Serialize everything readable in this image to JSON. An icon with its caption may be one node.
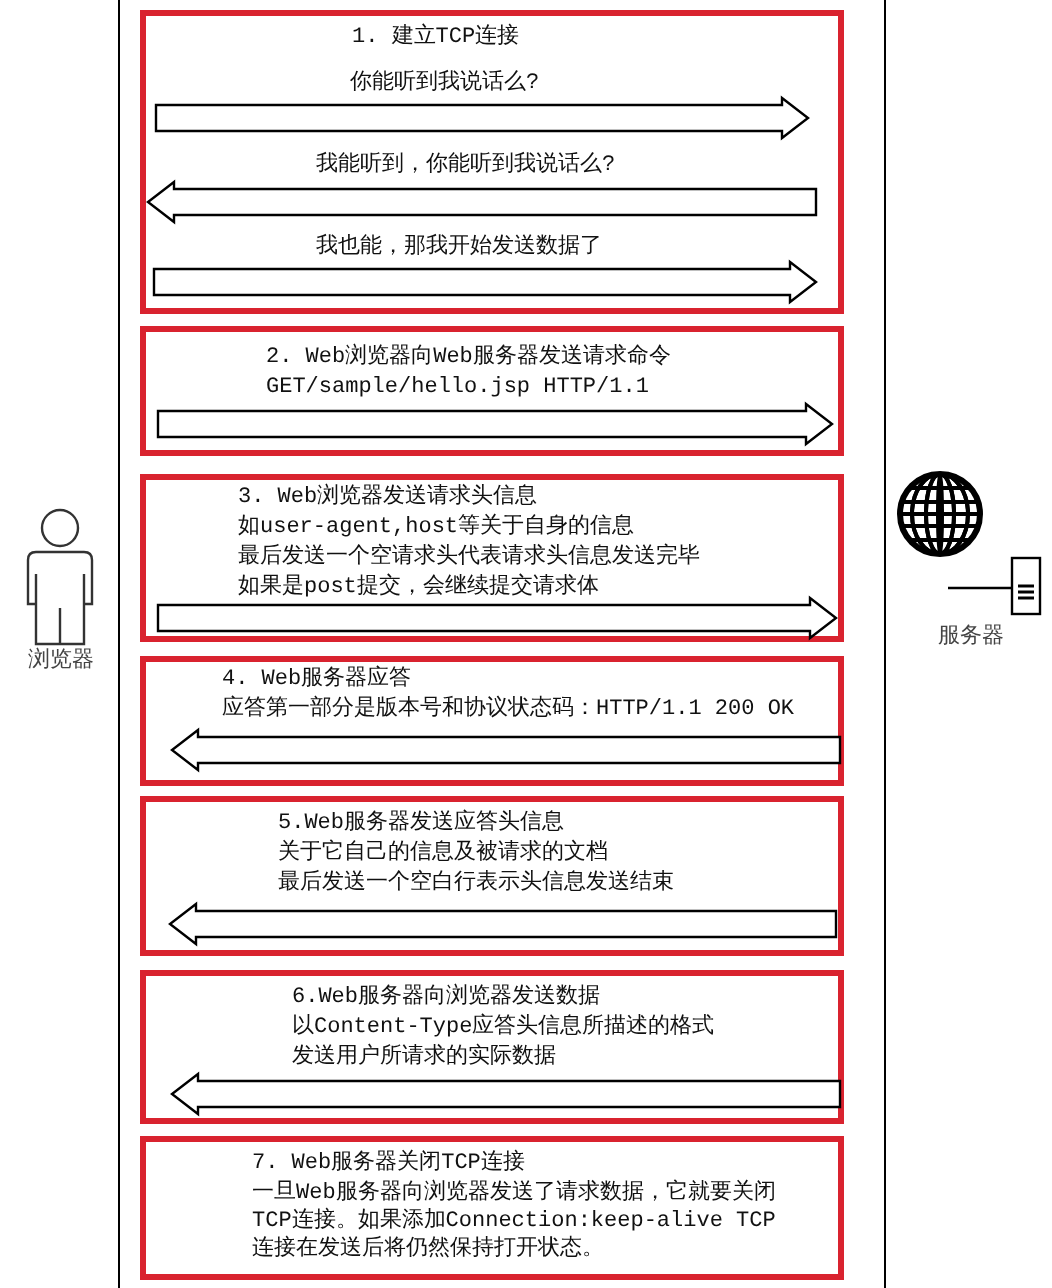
{
  "diagram": {
    "nodes": [
      {
        "text": [
          "浏览器"
        ]
      },
      {
        "text": [
          "服务器"
        ]
      },
      {
        "text": [
          "1. 建立TCP连接"
        ]
      },
      {
        "text": [
          "2. Web浏览器向Web服务器发送请求命令",
          "GET/sample/hello.jsp HTTP/1.1"
        ]
      },
      {
        "text": [
          "3. Web浏览器发送请求头信息",
          "如user-agent,host等关于自身的信息",
          "最后发送一个空请求头代表请求头信息发送完毕",
          "如果是post提交，会继续提交请求体"
        ]
      },
      {
        "text": [
          "4. Web服务器应答",
          "应答第一部分是版本号和协议状态码：HTTP/1.1 200 OK"
        ]
      },
      {
        "text": [
          "5.Web服务器发送应答头信息",
          "关于它自己的信息及被请求的文档",
          "最后发送一个空白行表示头信息发送结束"
        ]
      },
      {
        "text": [
          "6.Web服务器向浏览器发送数据",
          "以Content-Type应答头信息所描述的格式",
          "发送用户所请求的实际数据"
        ]
      },
      {
        "text": [
          "7. Web服务器关闭TCP连接",
          "一旦Web服务器向浏览器发送了请求数据，它就要关闭TCP连接。如果添加Connection:keep-alive TCP连接在发送后将仍然保持打开状态。"
        ]
      }
    ],
    "edges": [
      {
        "from": 0,
        "to": 1,
        "arrow": "to",
        "label": "你能听到我说话么?"
      },
      {
        "from": 1,
        "to": 0,
        "arrow": "to",
        "label": "我能听到，你能听到我说话么?"
      },
      {
        "from": 0,
        "to": 1,
        "arrow": "to",
        "label": "我也能，那我开始发送数据了"
      },
      {
        "from": 0,
        "to": 1,
        "arrow": "to"
      },
      {
        "from": 0,
        "to": 1,
        "arrow": "to"
      },
      {
        "from": 1,
        "to": 0,
        "arrow": "to"
      },
      {
        "from": 1,
        "to": 0,
        "arrow": "to"
      },
      {
        "from": 1,
        "to": 0,
        "arrow": "to"
      }
    ]
  }
}
